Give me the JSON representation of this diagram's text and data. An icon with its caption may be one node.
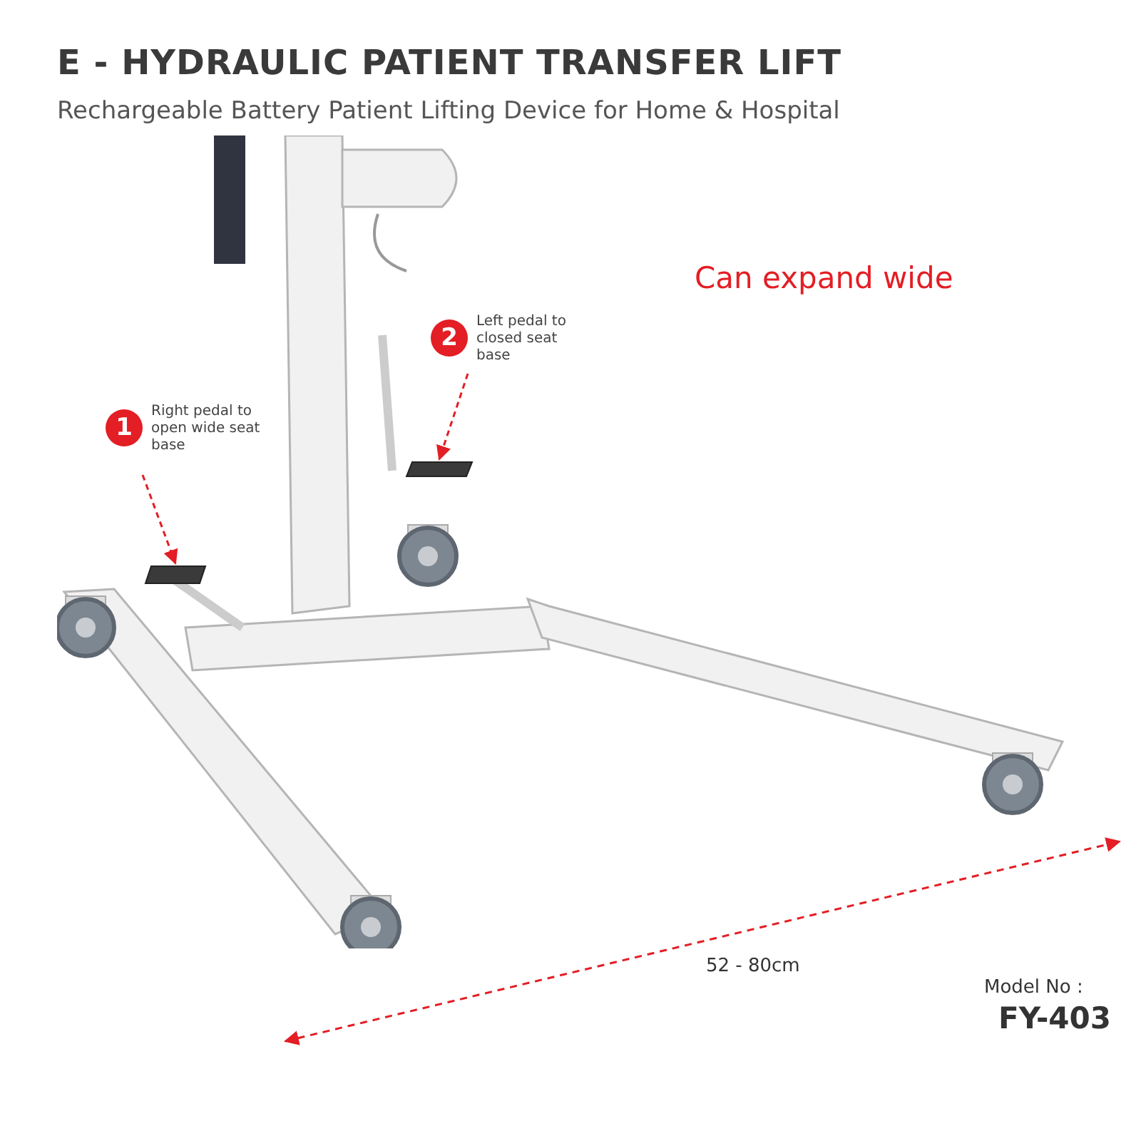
{
  "diagram": {
    "title": "E - HYDRAULIC PATIENT TRANSFER LIFT",
    "caption": "Rechargeable Battery Patient Lifting Device for Home & Hospital",
    "nodes": [
      {
        "text": [],
        "shape": "picture"
      },
      {
        "text": [
          "1"
        ],
        "beside": [
          "Right pedal to open wide seat base"
        ],
        "in": 0
      },
      {
        "text": [],
        "shape": "bar",
        "in": 0
      },
      {
        "text": [
          "2"
        ],
        "beside": [
          "Left pedal to closed seat base"
        ],
        "in": 0
      },
      {
        "text": [],
        "shape": "bar",
        "in": 0
      }
    ],
    "edges": [
      {
        "from": 1,
        "to": 2,
        "arrow": "to",
        "style": "dashed"
      },
      {
        "from": 3,
        "to": 4,
        "arrow": "to",
        "style": "dashed"
      }
    ],
    "labels": [
      "Can expand wide",
      "52 - 80cm",
      "Model No :",
      "FY-403"
    ]
  }
}
